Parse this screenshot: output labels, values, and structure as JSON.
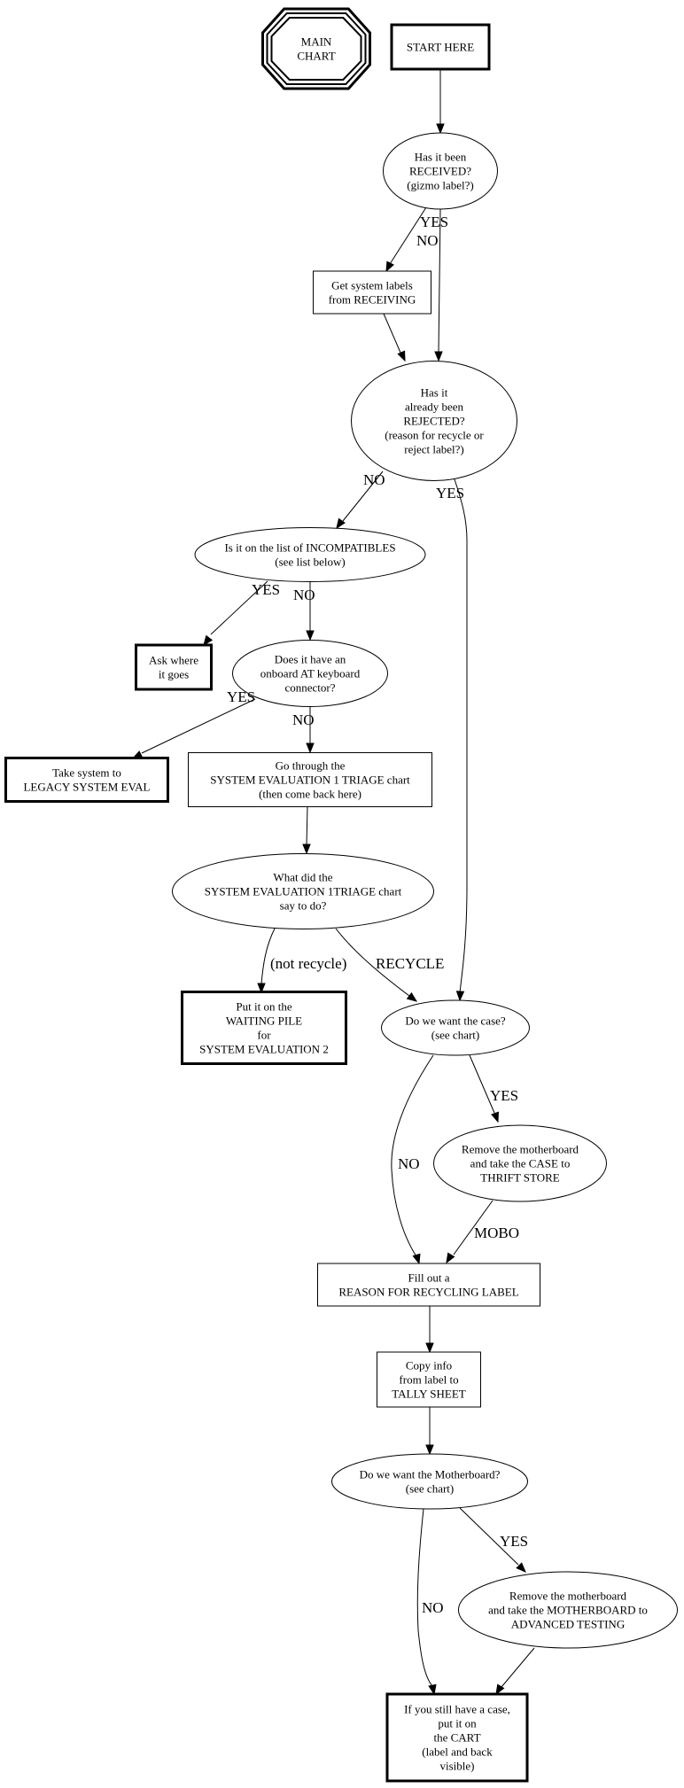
{
  "title": "MAIN CHART flowchart",
  "nodes": [
    {
      "id": "main_chart",
      "shape": "tripleoctagon",
      "lines": [
        "MAIN",
        "CHART"
      ]
    },
    {
      "id": "start_here",
      "shape": "box-bold",
      "lines": [
        "START HERE"
      ]
    },
    {
      "id": "received",
      "shape": "ellipse",
      "lines": [
        "Has it been",
        "RECEIVED?",
        "(gizmo label?)"
      ]
    },
    {
      "id": "get_labels",
      "shape": "box",
      "lines": [
        "Get system labels",
        "from RECEIVING"
      ]
    },
    {
      "id": "rejected",
      "shape": "ellipse",
      "lines": [
        "Has it",
        "already been",
        "REJECTED?",
        "(reason for recycle or",
        "reject label?)"
      ]
    },
    {
      "id": "incompatibles",
      "shape": "ellipse",
      "lines": [
        "Is it on the list of INCOMPATIBLES",
        "(see list below)"
      ]
    },
    {
      "id": "ask_where",
      "shape": "box-bold",
      "lines": [
        "Ask where",
        "it goes"
      ]
    },
    {
      "id": "at_keyboard",
      "shape": "ellipse",
      "lines": [
        "Does it have an",
        "onboard AT keyboard",
        "connector?"
      ]
    },
    {
      "id": "legacy",
      "shape": "box-bold",
      "lines": [
        "Take system to",
        "LEGACY SYSTEM EVAL"
      ]
    },
    {
      "id": "triage_box",
      "shape": "box",
      "lines": [
        "Go through the",
        "SYSTEM EVALUATION 1 TRIAGE chart",
        "(then come back here)"
      ]
    },
    {
      "id": "triage_q",
      "shape": "ellipse",
      "lines": [
        "What did the",
        "SYSTEM EVALUATION 1TRIAGE chart",
        "say to do?"
      ]
    },
    {
      "id": "waiting_pile",
      "shape": "box-bold",
      "lines": [
        "Put it on the",
        "WAITING PILE",
        "for",
        "SYSTEM EVALUATION 2"
      ]
    },
    {
      "id": "want_case",
      "shape": "ellipse",
      "lines": [
        "Do we want the case?",
        "(see chart)"
      ]
    },
    {
      "id": "thrift",
      "shape": "ellipse",
      "lines": [
        "Remove the motherboard",
        "and take the CASE to",
        "THRIFT STORE"
      ]
    },
    {
      "id": "fill_label",
      "shape": "box",
      "lines": [
        "Fill out a",
        "REASON FOR RECYCLING LABEL"
      ]
    },
    {
      "id": "tally",
      "shape": "box",
      "lines": [
        "Copy info",
        "from label to",
        "TALLY SHEET"
      ]
    },
    {
      "id": "want_mobo",
      "shape": "ellipse",
      "lines": [
        "Do we want the Motherboard?",
        "(see chart)"
      ]
    },
    {
      "id": "adv_testing",
      "shape": "ellipse",
      "lines": [
        "Remove the motherboard",
        "and take the MOTHERBOARD to",
        "ADVANCED TESTING"
      ]
    },
    {
      "id": "cart",
      "shape": "box-bold",
      "lines": [
        "If you still have a case,",
        "put it on",
        "the CART",
        "(label and back",
        "visible)"
      ]
    }
  ],
  "edges": [
    {
      "from": "start_here",
      "to": "received",
      "label": ""
    },
    {
      "from": "received",
      "to": "get_labels",
      "label": "NO"
    },
    {
      "from": "received",
      "to": "rejected",
      "label": "YES"
    },
    {
      "from": "get_labels",
      "to": "rejected",
      "label": ""
    },
    {
      "from": "rejected",
      "to": "incompatibles",
      "label": "NO"
    },
    {
      "from": "rejected",
      "to": "want_case",
      "label": "YES"
    },
    {
      "from": "incompatibles",
      "to": "ask_where",
      "label": "YES"
    },
    {
      "from": "incompatibles",
      "to": "at_keyboard",
      "label": "NO"
    },
    {
      "from": "at_keyboard",
      "to": "legacy",
      "label": "YES"
    },
    {
      "from": "at_keyboard",
      "to": "triage_box",
      "label": "NO"
    },
    {
      "from": "triage_box",
      "to": "triage_q",
      "label": ""
    },
    {
      "from": "triage_q",
      "to": "waiting_pile",
      "label": "(not recycle)"
    },
    {
      "from": "triage_q",
      "to": "want_case",
      "label": "RECYCLE"
    },
    {
      "from": "want_case",
      "to": "thrift",
      "label": "YES"
    },
    {
      "from": "want_case",
      "to": "fill_label",
      "label": "NO"
    },
    {
      "from": "thrift",
      "to": "fill_label",
      "label": "MOBO"
    },
    {
      "from": "fill_label",
      "to": "tally",
      "label": ""
    },
    {
      "from": "tally",
      "to": "want_mobo",
      "label": ""
    },
    {
      "from": "want_mobo",
      "to": "adv_testing",
      "label": "YES"
    },
    {
      "from": "want_mobo",
      "to": "cart",
      "label": "NO"
    },
    {
      "from": "adv_testing",
      "to": "cart",
      "label": ""
    }
  ]
}
